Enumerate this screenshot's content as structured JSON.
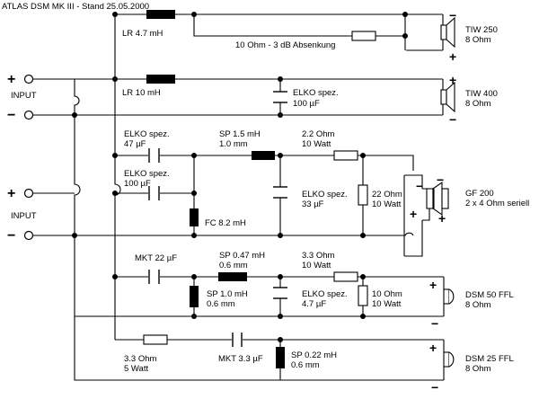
{
  "title": "ATLAS DSM MK III - Stand 25.05.2000",
  "inputs": [
    {
      "label": "INPUT",
      "plus": "+",
      "minus": "−"
    },
    {
      "label": "INPUT",
      "plus": "+",
      "minus": "−"
    }
  ],
  "components": {
    "lr1": [
      "LR 4.7 mH"
    ],
    "r_abs": [
      "10 Ohm - 3 dB Absenkung"
    ],
    "lr2": [
      "LR 10 mH"
    ],
    "elko1": [
      "ELKO spez.",
      "100 µF"
    ],
    "elko_a": [
      "ELKO spez.",
      "47 µF"
    ],
    "sp1": [
      "SP 1.5 mH",
      "1.0 mm"
    ],
    "r22a": [
      "2.2 Ohm",
      "10 Watt"
    ],
    "elko_b": [
      "ELKO spez.",
      "100 µF"
    ],
    "elko_c": [
      "ELKO spez.",
      "33 µF"
    ],
    "r22b": [
      "22 Ohm",
      "10 Watt"
    ],
    "fc": [
      "FC 8.2 mH"
    ],
    "mkt22": [
      "MKT 22 µF"
    ],
    "sp047": [
      "SP 0.47 mH",
      "0.6 mm"
    ],
    "r33a": [
      "3.3 Ohm",
      "10 Watt"
    ],
    "sp10": [
      "SP 1.0 mH",
      "0.6 mm"
    ],
    "elko_d": [
      "ELKO spez.",
      "4.7 µF"
    ],
    "r10": [
      "10 Ohm",
      "10 Watt"
    ],
    "r33b": [
      "3.3 Ohm",
      "5 Watt"
    ],
    "mkt33": [
      "MKT 3.3 µF"
    ],
    "sp022": [
      "SP 0.22 mH",
      "0.6 mm"
    ]
  },
  "speakers": [
    {
      "lines": [
        "TIW 250",
        "8 Ohm"
      ]
    },
    {
      "lines": [
        "TIW 400",
        "8 Ohm"
      ]
    },
    {
      "lines": [
        "GF 200",
        "2 x 4 Ohm seriell"
      ]
    },
    {
      "lines": [
        "DSM 50 FFL",
        "8 Ohm"
      ]
    },
    {
      "lines": [
        "DSM 25 FFL",
        "8 Ohm"
      ]
    }
  ],
  "polarity": {
    "plus": "+",
    "minus": "−"
  }
}
